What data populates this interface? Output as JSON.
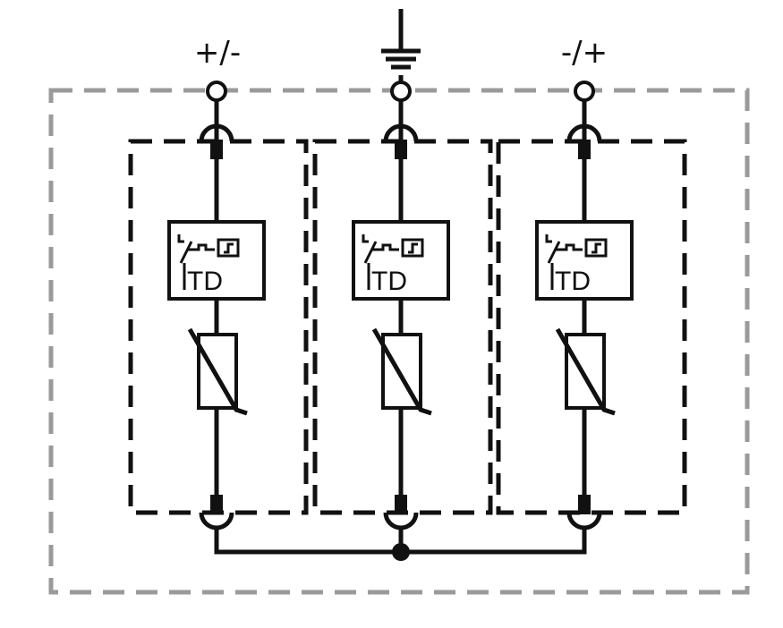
{
  "terminals": [
    {
      "label": "+/-"
    },
    {
      "label": ""
    },
    {
      "label": "-/+"
    }
  ],
  "modules": [
    {
      "td_label": "TD"
    },
    {
      "td_label": "TD"
    },
    {
      "td_label": "TD"
    }
  ],
  "icons": [
    "ground-icon",
    "thermal-disconnector-icon",
    "varistor-icon"
  ]
}
